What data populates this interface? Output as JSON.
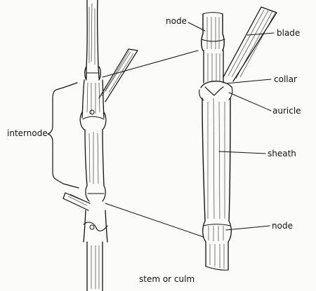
{
  "labels": {
    "node_top": "node",
    "blade": "blade",
    "collar": "collar",
    "auricle": "auricle",
    "sheath": "sheath",
    "node_bottom": "node",
    "internode": "internode",
    "caption": "stem or culm"
  },
  "colors": {
    "ink": "#111111",
    "paper": "#fbfbf9"
  }
}
